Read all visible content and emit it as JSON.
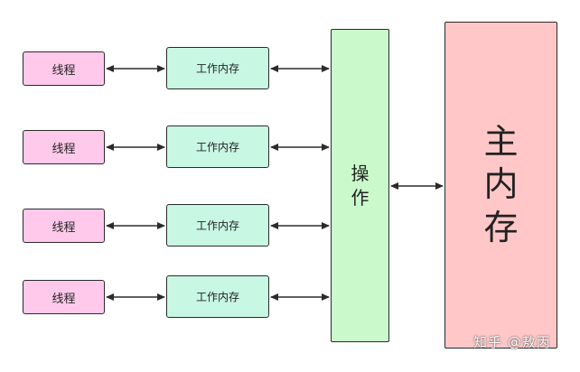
{
  "colors": {
    "thread_fill": "#ffc9ec",
    "workmem_fill": "#c8f7e4",
    "operate_fill": "#cafacb",
    "mainmem_fill": "#ffc7c7",
    "stroke": "#2b2b2b"
  },
  "threads": [
    {
      "label": "线程"
    },
    {
      "label": "线程"
    },
    {
      "label": "线程"
    },
    {
      "label": "线程"
    }
  ],
  "work_memories": [
    {
      "label": "工作内存"
    },
    {
      "label": "工作内存"
    },
    {
      "label": "工作内存"
    },
    {
      "label": "工作内存"
    }
  ],
  "operate": {
    "chars": [
      "操",
      "作"
    ]
  },
  "main_memory": {
    "chars": [
      "主",
      "内",
      "存"
    ]
  },
  "watermark": "知乎 @敖丙",
  "edges": [
    {
      "from": "thread-1",
      "to": "work-memory-1",
      "bidirectional": true
    },
    {
      "from": "thread-2",
      "to": "work-memory-2",
      "bidirectional": true
    },
    {
      "from": "thread-3",
      "to": "work-memory-3",
      "bidirectional": true
    },
    {
      "from": "thread-4",
      "to": "work-memory-4",
      "bidirectional": true
    },
    {
      "from": "work-memory-1",
      "to": "operate",
      "bidirectional": true
    },
    {
      "from": "work-memory-2",
      "to": "operate",
      "bidirectional": true
    },
    {
      "from": "work-memory-3",
      "to": "operate",
      "bidirectional": true
    },
    {
      "from": "work-memory-4",
      "to": "operate",
      "bidirectional": true
    },
    {
      "from": "operate",
      "to": "main-memory",
      "bidirectional": true
    }
  ]
}
